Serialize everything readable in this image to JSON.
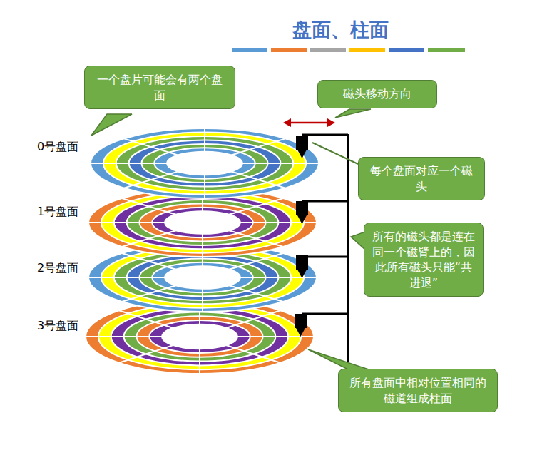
{
  "diagram": {
    "title": "盘面、柱面",
    "nodes": [
      {
        "text": [
          "一个盘片可能会有两个盘面"
        ]
      },
      {
        "text": [
          "磁头移动方向"
        ]
      },
      {
        "text": [
          "每个盘面对应一个磁头"
        ]
      },
      {
        "text": [
          "所有的磁头都是连在同一个磁臂上的，因此所有磁头只能“共进退”"
        ]
      },
      {
        "text": [
          "所有盘面中相对位置相同的磁道组成柱面"
        ]
      }
    ],
    "labels": [
      "0号盘面",
      "1号盘面",
      "2号盘面",
      "3号盘面"
    ]
  }
}
